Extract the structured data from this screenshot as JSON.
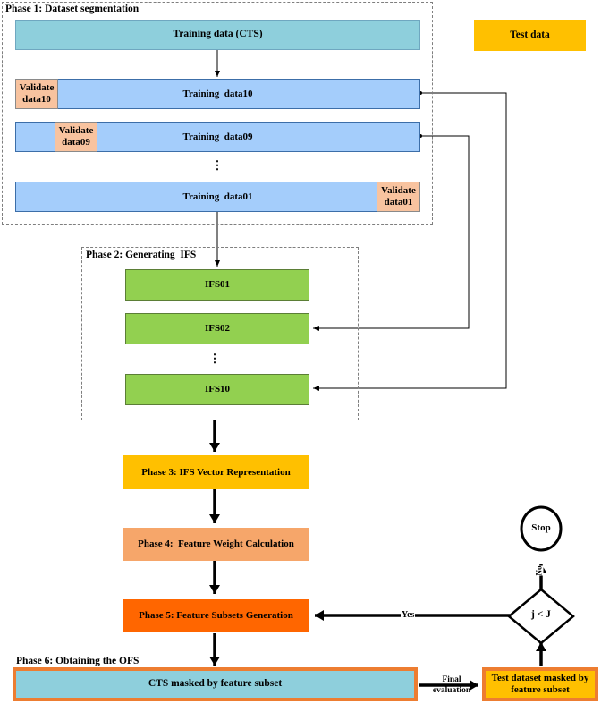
{
  "phase1": {
    "label": "Phase 1: Dataset segmentation",
    "training_cts": "Training data (CTS)",
    "rows": [
      {
        "validate": "Validate data10",
        "validate_l1": "Validate",
        "validate_l2": "data10",
        "training": "Training  data10"
      },
      {
        "validate": "Validate data09",
        "validate_l1": "Validate",
        "validate_l2": "data09",
        "training": "Training  data09"
      },
      {
        "validate": "Validate data01",
        "validate_l1": "Validate",
        "validate_l2": "data01",
        "training": "Training  data01"
      }
    ],
    "ellipsis": "⋮"
  },
  "test_data": "Test data",
  "phase2": {
    "label": "Phase 2: Generating  IFS",
    "ifs": [
      "IFS01",
      "IFS02",
      "IFS10"
    ],
    "ellipsis": "⋮"
  },
  "phase3": "Phase 3: IFS Vector Representation",
  "phase4": "Phase 4:  Feature Weight Calculation",
  "phase5": "Phase 5: Feature Subsets Generation",
  "phase6": {
    "label": "Phase 6: Obtaining the OFS",
    "cts_masked": "CTS masked by feature subset"
  },
  "test_masked": "Test dataset masked by feature subset",
  "decision": "j < J",
  "stop": "Stop",
  "edge_labels": {
    "yes": "Yes",
    "no": "No",
    "final_l1": "Final",
    "final_l2": "evaluation"
  },
  "colors": {
    "cts": "#8ecfdc",
    "training": "#a4cdfb",
    "validate": "#f8c39f",
    "ifs": "#92d050",
    "phase3": "#ffc000",
    "phase4": "#f6a66a",
    "phase5": "#ff6600",
    "highlight_border": "#ed7d31"
  }
}
